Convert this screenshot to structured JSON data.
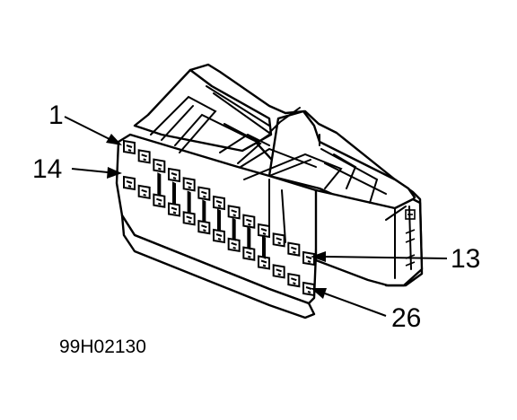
{
  "figure": {
    "id": "99H02130",
    "subject": "connector-26-way",
    "ink_color": "#000000",
    "body_color": "#ffffff"
  },
  "callouts": [
    {
      "key": "pin-1",
      "text": "1"
    },
    {
      "key": "pin-14",
      "text": "14"
    },
    {
      "key": "pin-13",
      "text": "13"
    },
    {
      "key": "pin-26",
      "text": "26"
    }
  ],
  "cavities": {
    "top_row_count": 13,
    "bottom_row_count": 13
  }
}
